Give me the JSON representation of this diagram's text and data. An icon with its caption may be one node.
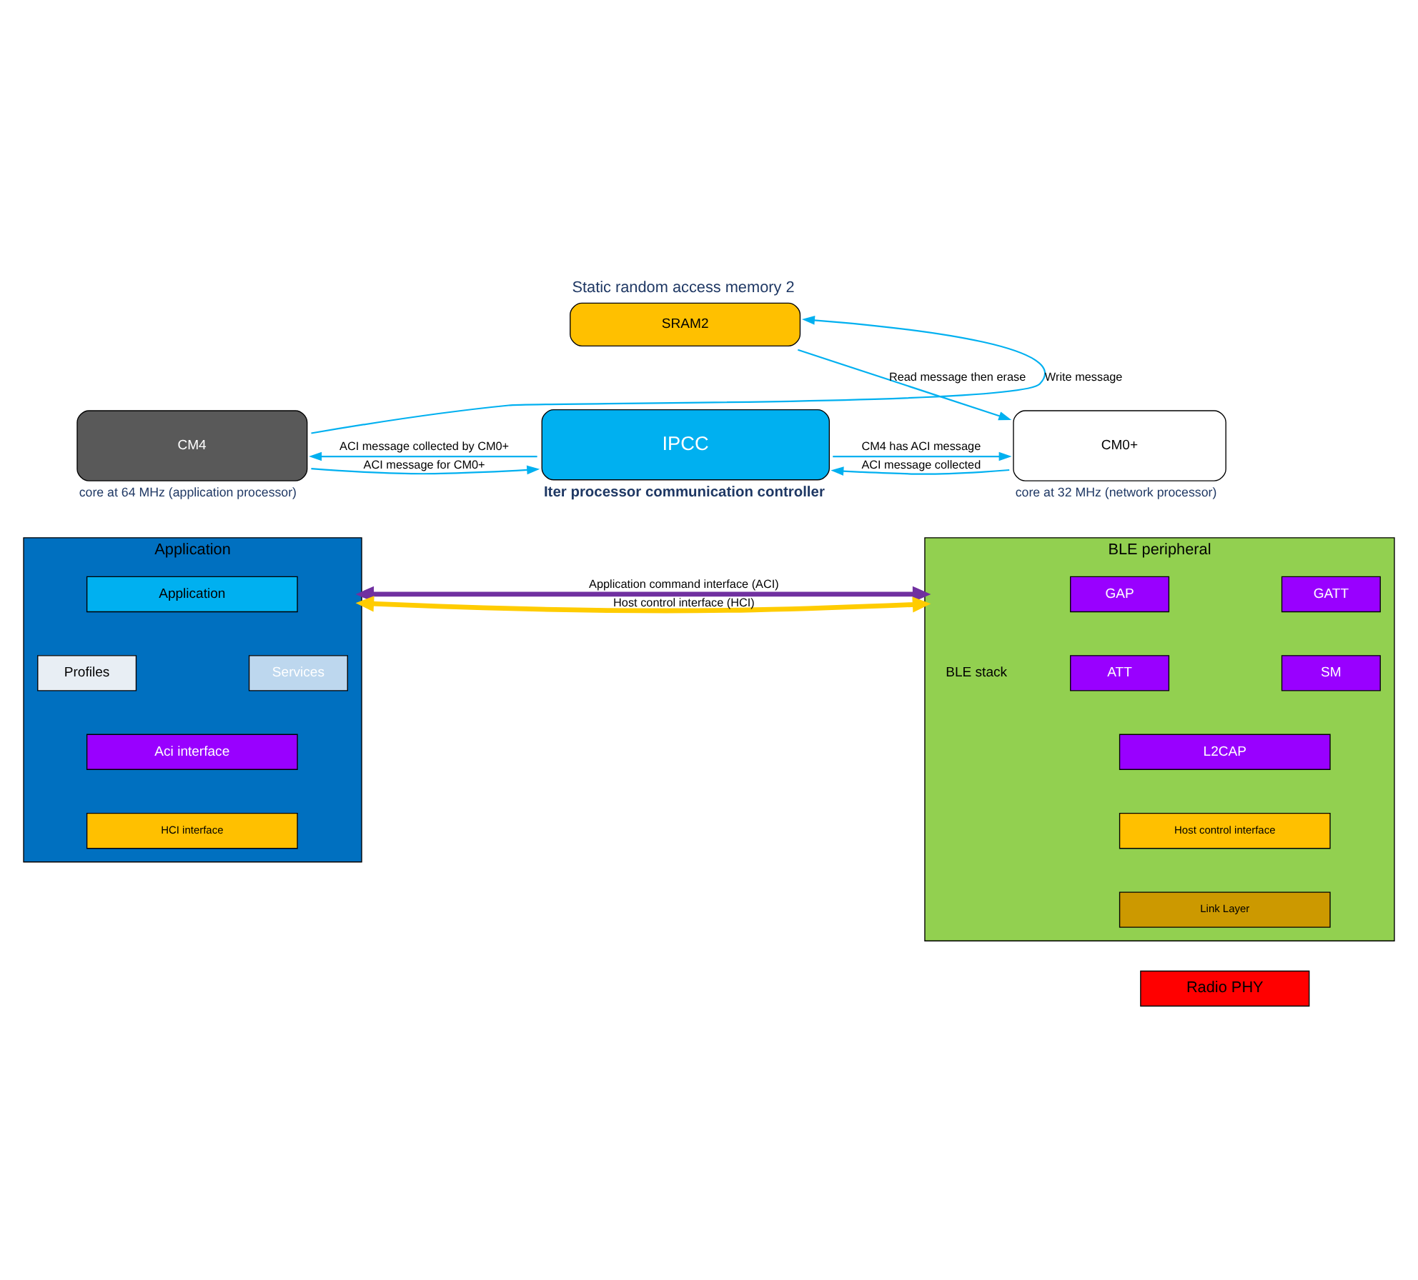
{
  "diagram": {
    "nodes": [
      {
        "text": [
          "SRAM2"
        ],
        "beside": [
          "Static random access memory 2"
        ]
      },
      {
        "text": [
          "CM4"
        ],
        "beside": [
          "core at 64 MHz (application processor)"
        ]
      },
      {
        "text": [
          "IPCC"
        ],
        "beside": [
          "Iter processor communication controller"
        ]
      },
      {
        "text": [
          "CM0+"
        ],
        "beside": [
          "core at 32 MHz (network processor)"
        ]
      },
      {
        "text": [
          "Application"
        ]
      },
      {
        "text": [
          "Application"
        ],
        "in": 4
      },
      {
        "text": [
          "Profiles"
        ],
        "in": 4
      },
      {
        "text": [
          "Services"
        ],
        "in": 4
      },
      {
        "text": [
          "Aci interface"
        ],
        "in": 4
      },
      {
        "text": [
          "HCI interface"
        ],
        "in": 4
      },
      {
        "text": [
          "BLE peripheral"
        ]
      },
      {
        "text": [
          "GAP"
        ],
        "in": 10
      },
      {
        "text": [
          "GATT"
        ],
        "in": 10
      },
      {
        "text": [
          "ATT"
        ],
        "in": 10
      },
      {
        "text": [
          "SM"
        ],
        "in": 10
      },
      {
        "text": [
          "L2CAP"
        ],
        "in": 10
      },
      {
        "text": [
          "Host control interface"
        ],
        "in": 10
      },
      {
        "text": [
          "Link Layer"
        ],
        "in": 10
      },
      {
        "text": [
          "Radio PHY"
        ]
      }
    ],
    "edges": [
      {
        "from": 1,
        "to": 0,
        "arrow": "to",
        "label": "Write message"
      },
      {
        "from": 0,
        "to": 3,
        "arrow": "to",
        "label": "Read message then erase"
      },
      {
        "from": 1,
        "to": 2,
        "arrow": "to",
        "label": "ACI message for CM0+"
      },
      {
        "from": 2,
        "to": 1,
        "arrow": "to",
        "label": "ACI message collected by CM0+"
      },
      {
        "from": 2,
        "to": 3,
        "arrow": "to",
        "label": "CM4 has ACI message"
      },
      {
        "from": 3,
        "to": 2,
        "arrow": "to",
        "label": "ACI message collected"
      },
      {
        "from": 4,
        "to": 10,
        "arrow": "both",
        "label": "Application command interface (ACI)",
        "style": "thick",
        "color": "#7030a0"
      },
      {
        "from": 4,
        "to": 10,
        "arrow": "both",
        "label": "Host control interface (HCI)",
        "style": "thick",
        "color": "#ffcc00"
      }
    ],
    "labels": [
      "BLE stack"
    ]
  }
}
